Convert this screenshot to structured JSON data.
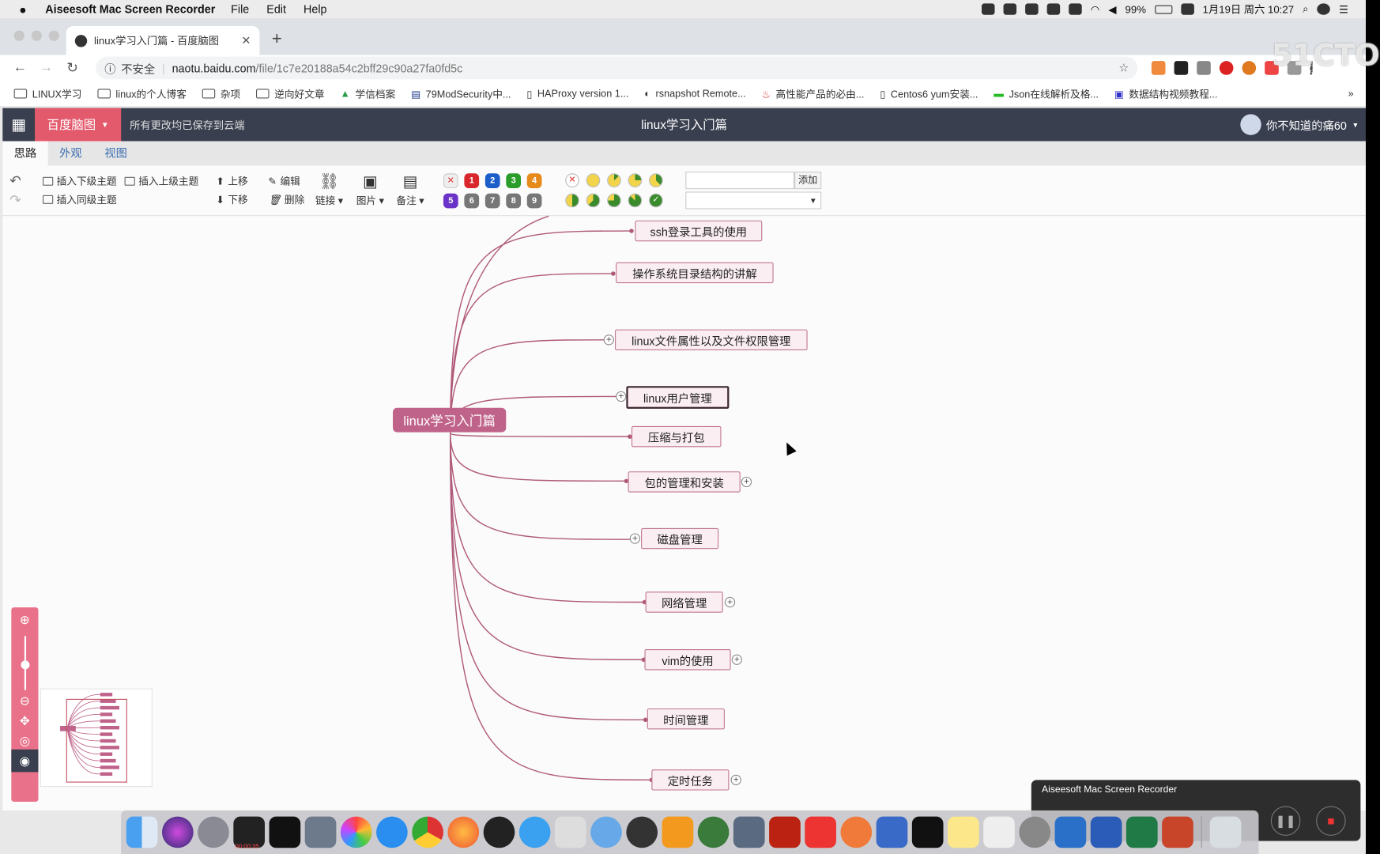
{
  "menubar": {
    "app": "Aiseesoft Mac Screen Recorder",
    "items": [
      "File",
      "Edit",
      "Help"
    ],
    "battery": "99%",
    "clock": "1月19日 周六 10:27"
  },
  "browser": {
    "tab_title": "linux学习入门篇 - 百度脑图",
    "insecure_label": "不安全",
    "url_host": "naotu.baidu.com",
    "url_path": "/file/1c7e20188a54c2bff29c90a27fa0fd5c",
    "bookmarks": [
      "LINUX学习",
      "linux的个人博客",
      "杂项",
      "逆向好文章",
      "学信档案",
      "79ModSecurity中...",
      "HAProxy version 1...",
      "rsnapshot Remote...",
      "高性能产品的必由...",
      "Centos6 yum安装...",
      "Json在线解析及格...",
      "数据结构视频教程..."
    ],
    "bookmarks_more": "»"
  },
  "app": {
    "brand": "百度脑图",
    "saved_status": "所有更改均已保存到云端",
    "doc_title": "linux学习入门篇",
    "username": "你不知道的痛60",
    "tabs": [
      "思路",
      "外观",
      "视图"
    ]
  },
  "toolbar": {
    "insert_child": "插入下级主题",
    "insert_parent": "插入上级主题",
    "insert_sibling": "插入同级主题",
    "move_up": "上移",
    "move_down": "下移",
    "edit": "编辑",
    "delete": "删除",
    "link": "链接",
    "image": "图片",
    "note": "备注",
    "priorities": [
      "✕",
      "1",
      "2",
      "3",
      "4",
      "5",
      "6",
      "7",
      "8",
      "9"
    ],
    "resource_add": "添加"
  },
  "mindmap": {
    "root": "linux学习入门篇",
    "children": [
      {
        "label": "ssh登录工具的使用"
      },
      {
        "label": "操作系统目录结构的讲解"
      },
      {
        "label": "linux文件属性以及文件权限管理"
      },
      {
        "label": "linux用户管理"
      },
      {
        "label": "压缩与打包"
      },
      {
        "label": "包的管理和安装"
      },
      {
        "label": "磁盘管理"
      },
      {
        "label": "网络管理"
      },
      {
        "label": "vim的使用"
      },
      {
        "label": "时间管理"
      },
      {
        "label": "定时任务"
      }
    ]
  },
  "recorder": {
    "title": "Aiseesoft Mac Screen Recorder",
    "elapsed": "00:00:35"
  },
  "watermark": "51CTO",
  "colors": {
    "brand": "#e35a6c",
    "header": "#393f4f",
    "branch": "#b05a7a",
    "node_bg": "#fbeef2",
    "root_bg": "#c0638a"
  }
}
